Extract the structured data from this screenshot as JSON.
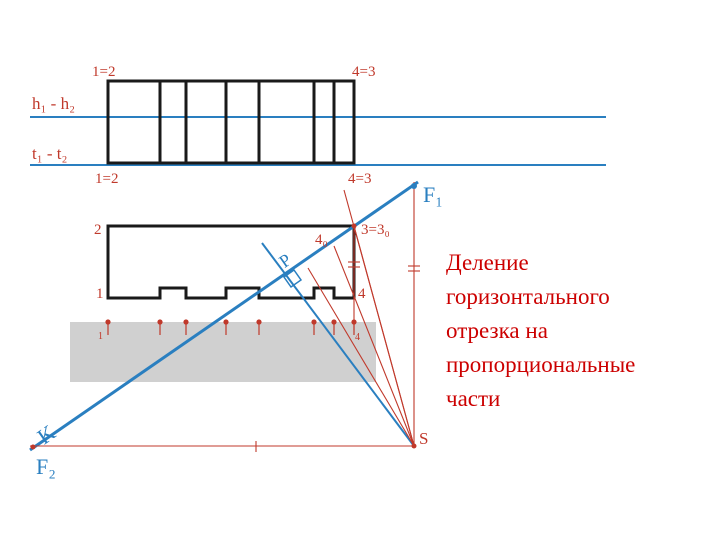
{
  "labels": {
    "top_left": "1=2",
    "top_right": "4=3",
    "h_line": "h₁ - h₂",
    "t_line": "t₁ - t₂",
    "mid_left": "1=2",
    "mid_right": "4=3",
    "f1": "F₁",
    "f2": "F₂",
    "k": "K",
    "p": "P",
    "s": "S",
    "pt2": "2",
    "pt1": "1",
    "pt1_small": "1",
    "pt4": "4",
    "pt4_small": "4",
    "pt40": "4₀",
    "pt330": "3=3₀"
  },
  "caption": {
    "lines": [
      "Деление",
      "горизонтального",
      "отрезка на",
      "пропорциональные",
      "части"
    ]
  },
  "colors": {
    "outline": "#1a1a1a",
    "blue_line": "#2a7fc0",
    "red_line": "#c0392b",
    "ground": "#d0d0d0",
    "caption": "#cc0000"
  }
}
